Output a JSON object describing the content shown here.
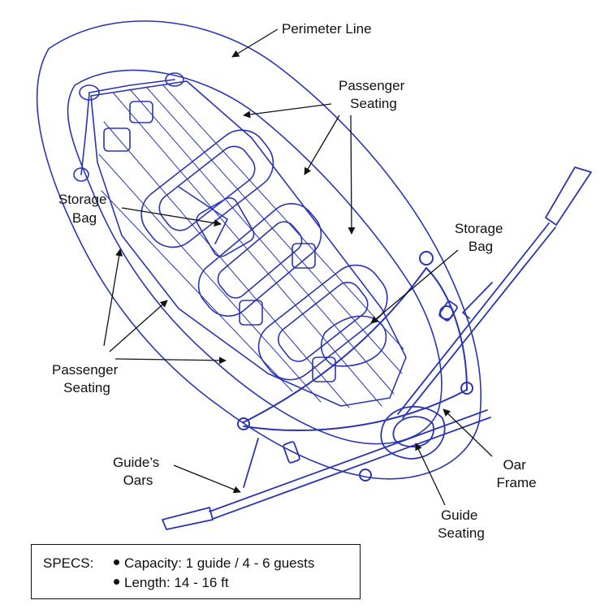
{
  "colors": {
    "line_art": "#2a36b1",
    "text": "#111111",
    "background": "#ffffff"
  },
  "labels": {
    "perimeter_line": "Perimeter Line",
    "passenger_seating_top": [
      "Passenger",
      "Seating"
    ],
    "storage_bag_left": [
      "Storage",
      "Bag"
    ],
    "storage_bag_right": [
      "Storage",
      "Bag"
    ],
    "passenger_seating_left": [
      "Passenger",
      "Seating"
    ],
    "guides_oars": [
      "Guide’s",
      "Oars"
    ],
    "oar_frame": [
      "Oar",
      "Frame"
    ],
    "guide_seating": [
      "Guide",
      "Seating"
    ]
  },
  "specs": {
    "heading": "SPECS:",
    "items": [
      "Capacity: 1 guide / 4 - 6 guests",
      "Length: 14 - 16 ft"
    ]
  }
}
